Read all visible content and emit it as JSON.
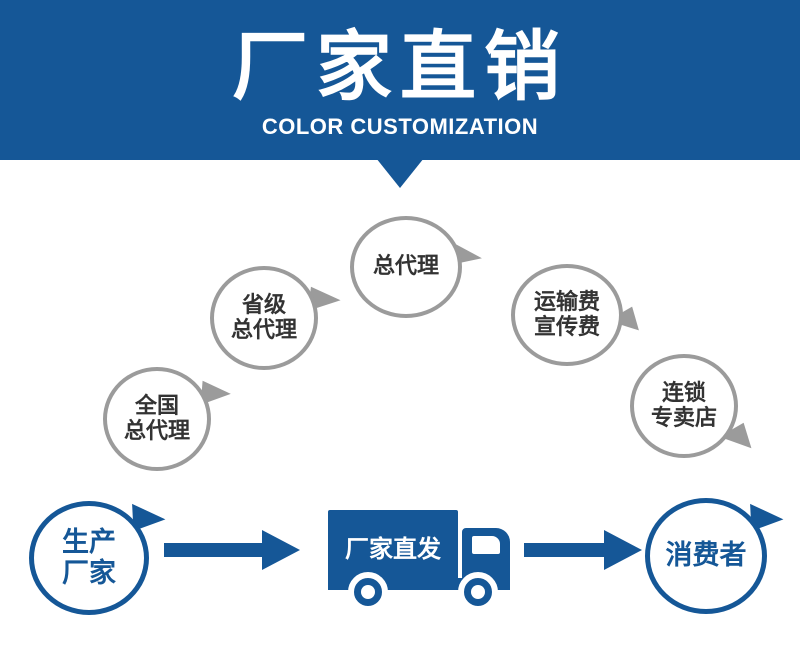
{
  "banner": {
    "title": "厂家直销",
    "subtitle": "COLOR CUSTOMIZATION",
    "color": "#155797"
  },
  "nodes": {
    "manufacturer": {
      "lines": [
        "生产",
        "厂家"
      ]
    },
    "national_agent": {
      "lines": [
        "全国",
        "总代理"
      ]
    },
    "provincial_agent": {
      "lines": [
        "省级",
        "总代理"
      ]
    },
    "general_agent": {
      "lines": [
        "总代理"
      ]
    },
    "fees": {
      "lines": [
        "运输费",
        "宣传费"
      ]
    },
    "chain_store": {
      "lines": [
        "连锁",
        "专卖店"
      ]
    },
    "consumer": {
      "lines": [
        "消费者"
      ]
    }
  },
  "truck": {
    "label": "厂家直发",
    "icon": "delivery-truck-icon"
  },
  "colors": {
    "accent_blue": "#155797",
    "bubble_gray": "#9b9b9b"
  }
}
